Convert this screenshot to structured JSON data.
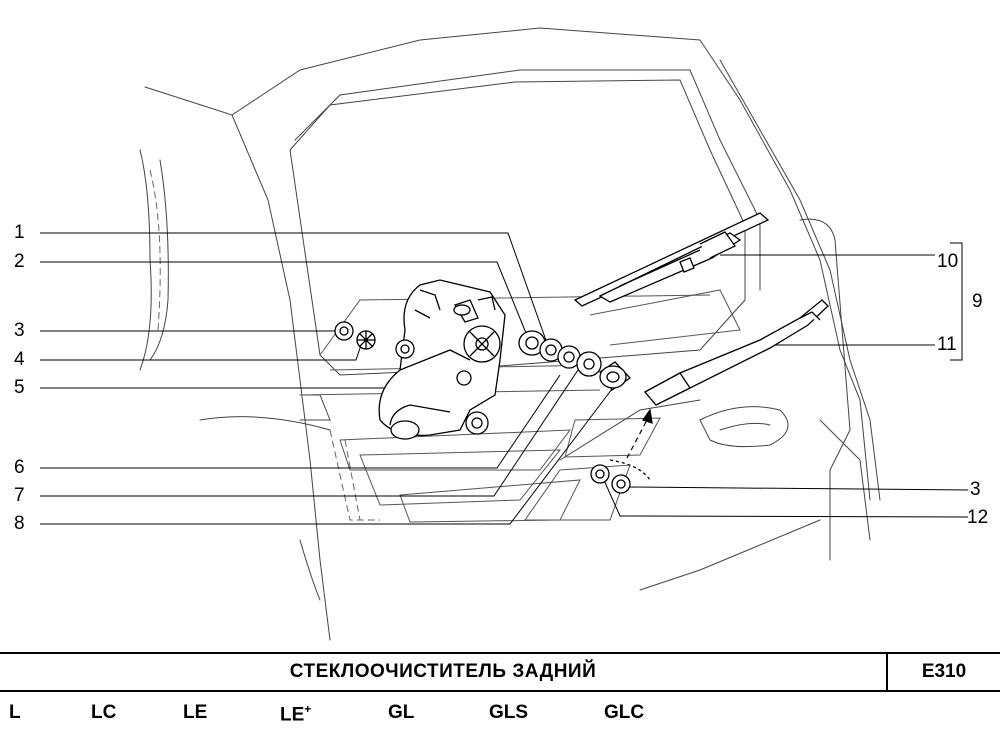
{
  "callouts": {
    "c1": "1",
    "c2": "2",
    "c3a": "3",
    "c4": "4",
    "c5": "5",
    "c6": "6",
    "c7": "7",
    "c8": "8",
    "c9": "9",
    "c10": "10",
    "c11": "11",
    "c3b": "3",
    "c12": "12"
  },
  "footer": {
    "title": "СТЕКЛООЧИСТИТЕЛЬ   ЗАДНИЙ",
    "code": "E310"
  },
  "variants": [
    "L",
    "LC",
    "LE",
    "LE",
    "GL",
    "GLS",
    "GLC"
  ],
  "variant_suffix": "+"
}
